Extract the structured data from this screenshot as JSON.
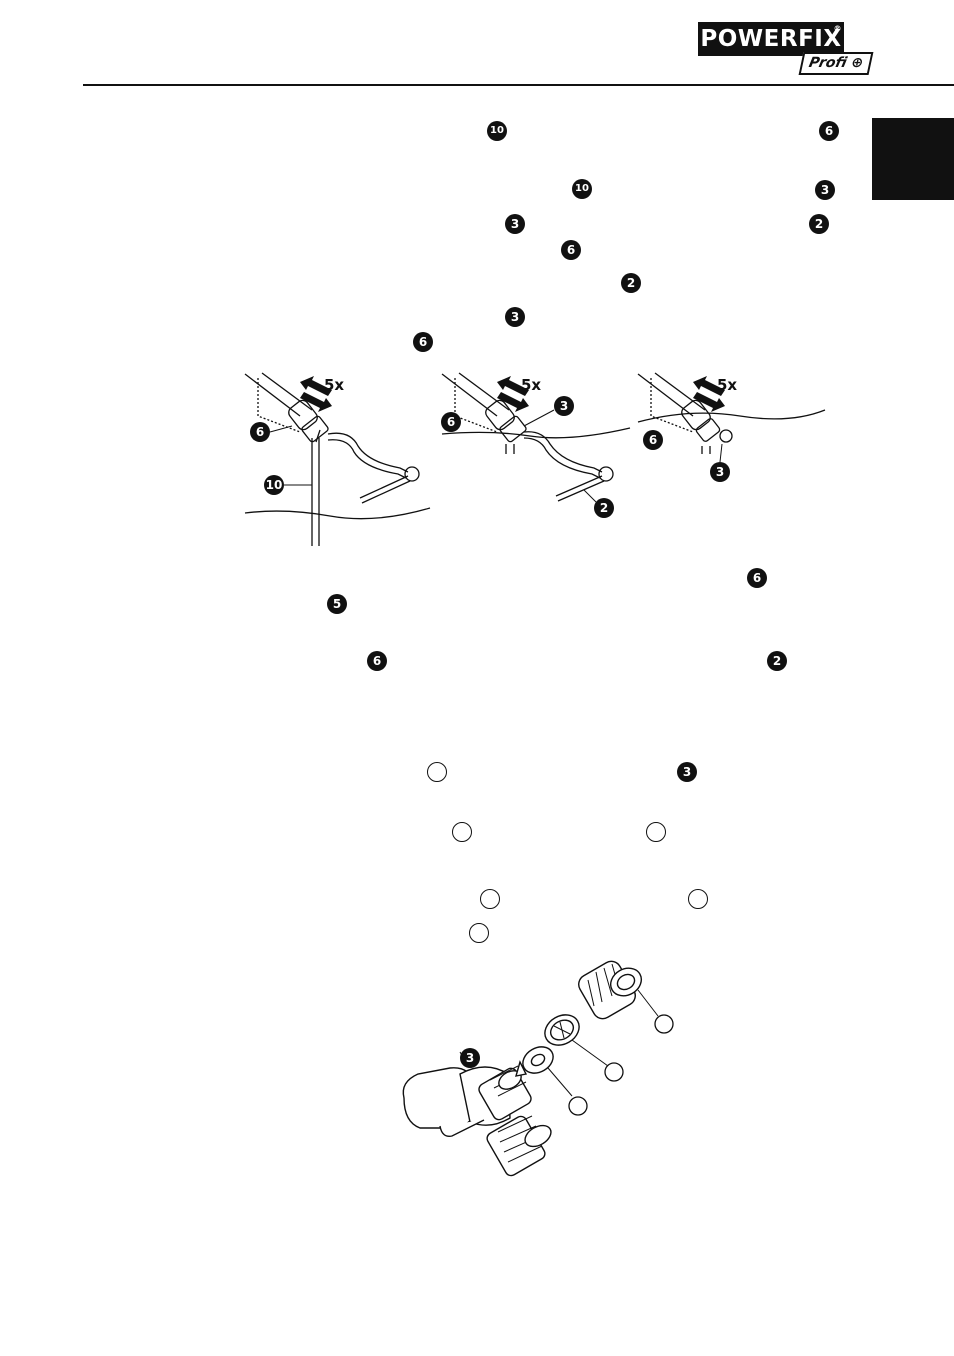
{
  "brand": {
    "name": "POWERFIX",
    "registered": "®",
    "sub": "Profi"
  },
  "markers": {
    "m1": "10",
    "m2": "6",
    "m3": "10",
    "m4": "3",
    "m5": "3",
    "m6": "2",
    "m7": "6",
    "m8": "2",
    "m9": "3",
    "m10": "6",
    "m11": "6",
    "m12": "5",
    "m13": "6",
    "m14": "2",
    "m15": "3"
  },
  "figure1": {
    "panel_a": {
      "repeat": "5x",
      "label_6": "6",
      "label_10": "10"
    },
    "panel_b": {
      "repeat": "5x",
      "label_6": "6",
      "label_3": "3",
      "label_2": "2"
    },
    "panel_c": {
      "repeat": "5x",
      "label_6": "6",
      "label_3": "3"
    }
  },
  "figure2": {
    "label_3": "3"
  }
}
